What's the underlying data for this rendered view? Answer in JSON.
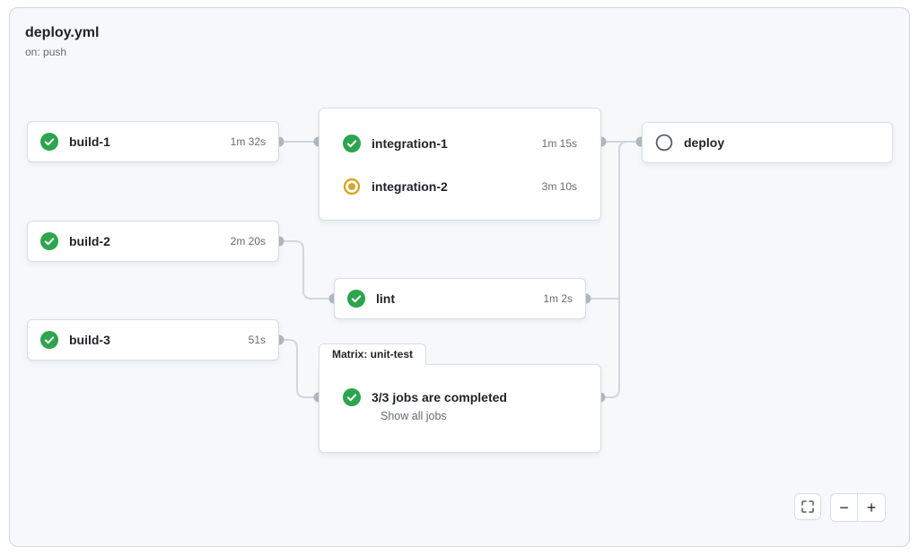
{
  "header": {
    "title": "deploy.yml",
    "trigger": "on: push"
  },
  "nodes": {
    "build1": {
      "label": "build-1",
      "duration": "1m 32s",
      "status": "success"
    },
    "build2": {
      "label": "build-2",
      "duration": "2m 20s",
      "status": "success"
    },
    "build3": {
      "label": "build-3",
      "duration": "51s",
      "status": "success"
    },
    "integration1": {
      "label": "integration-1",
      "duration": "1m 15s",
      "status": "success"
    },
    "integration2": {
      "label": "integration-2",
      "duration": "3m 10s",
      "status": "in_progress"
    },
    "lint": {
      "label": "lint",
      "duration": "1m 2s",
      "status": "success"
    },
    "matrix": {
      "tab_label": "Matrix: unit-test",
      "summary": "3/3 jobs are completed",
      "link_label": "Show all jobs",
      "status": "success"
    },
    "deploy": {
      "label": "deploy",
      "duration": "",
      "status": "pending"
    }
  },
  "controls": {
    "zoom_out_glyph": "−",
    "zoom_in_glyph": "+"
  },
  "colors": {
    "success": "#2da44e",
    "in_progress": "#d4a72c",
    "pending_outline": "#57606a",
    "edge": "#d0d7de",
    "connector_dot": "#afb8c1",
    "canvas_bg": "#f6f8fa",
    "card_bg": "#ffffff",
    "muted_text": "#636c76"
  }
}
